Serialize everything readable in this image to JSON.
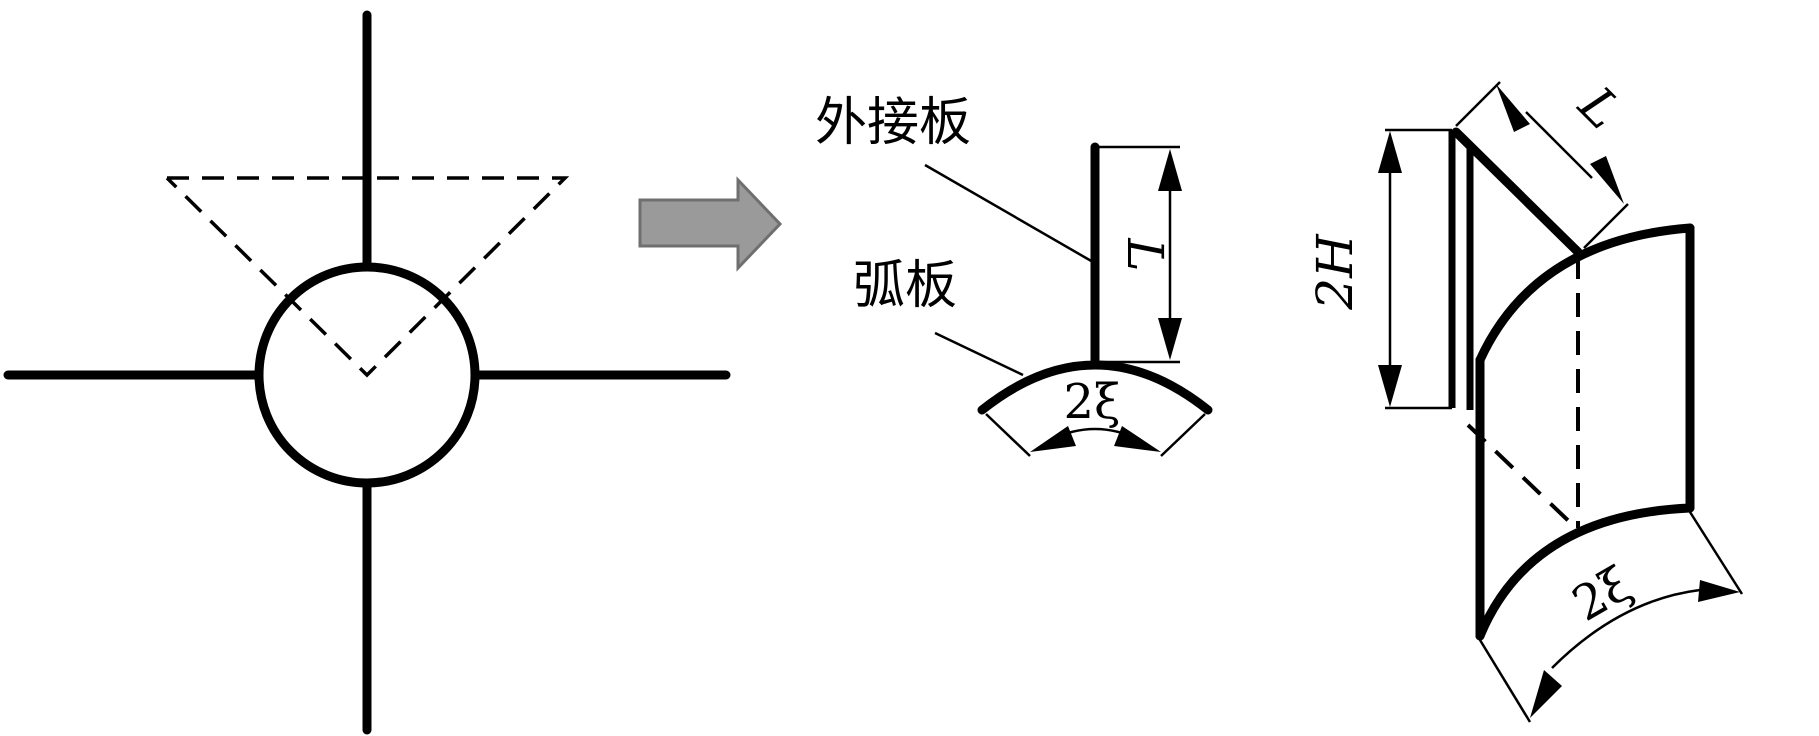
{
  "labels": {
    "outer_plate": "外接板",
    "arc_plate": "弧板",
    "L_side": "L",
    "L_3d": "L",
    "two_xi_side": "2ξ",
    "two_xi_3d": "2ξ",
    "two_H": "2H"
  },
  "colors": {
    "line": "#000000",
    "arrow_fill": "#9a9a9a",
    "arrow_stroke": "#6f6f6f",
    "background": "#ffffff"
  }
}
